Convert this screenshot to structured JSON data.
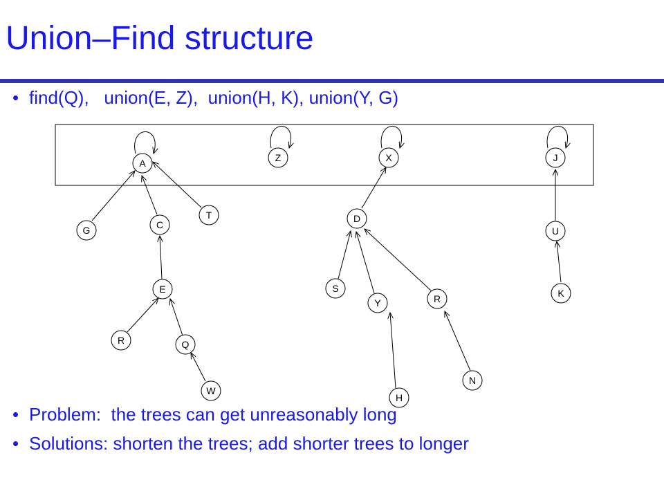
{
  "title": "Union–Find structure",
  "bullets": [
    "find(Q),   union(E, Z),  union(H, K), union(Y, G)",
    "Problem:  the trees can get unreasonably long",
    "Solutions: shorten the trees; add shorter trees to longer"
  ],
  "bullet_glyph": "•",
  "diagram": {
    "roots": [
      "A",
      "Z",
      "X",
      "J"
    ],
    "nodes": [
      "A",
      "G",
      "C",
      "T",
      "E",
      "R",
      "Q",
      "W",
      "Z",
      "X",
      "D",
      "S",
      "Y",
      "R",
      "H",
      "N",
      "J",
      "U",
      "K"
    ],
    "parent_links": [
      {
        "child": "G",
        "parent": "A"
      },
      {
        "child": "C",
        "parent": "A"
      },
      {
        "child": "T",
        "parent": "A"
      },
      {
        "child": "E",
        "parent": "C"
      },
      {
        "child": "R",
        "parent": "E"
      },
      {
        "child": "Q",
        "parent": "E"
      },
      {
        "child": "W",
        "parent": "Q"
      },
      {
        "child": "D",
        "parent": "X"
      },
      {
        "child": "S",
        "parent": "D"
      },
      {
        "child": "Y",
        "parent": "D"
      },
      {
        "child": "R",
        "parent": "D"
      },
      {
        "child": "H",
        "parent": "Y"
      },
      {
        "child": "N",
        "parent": "R"
      },
      {
        "child": "U",
        "parent": "J"
      },
      {
        "child": "K",
        "parent": "U"
      }
    ]
  },
  "colors": {
    "text": "#1a1ae6",
    "rule": "#3333aa"
  }
}
